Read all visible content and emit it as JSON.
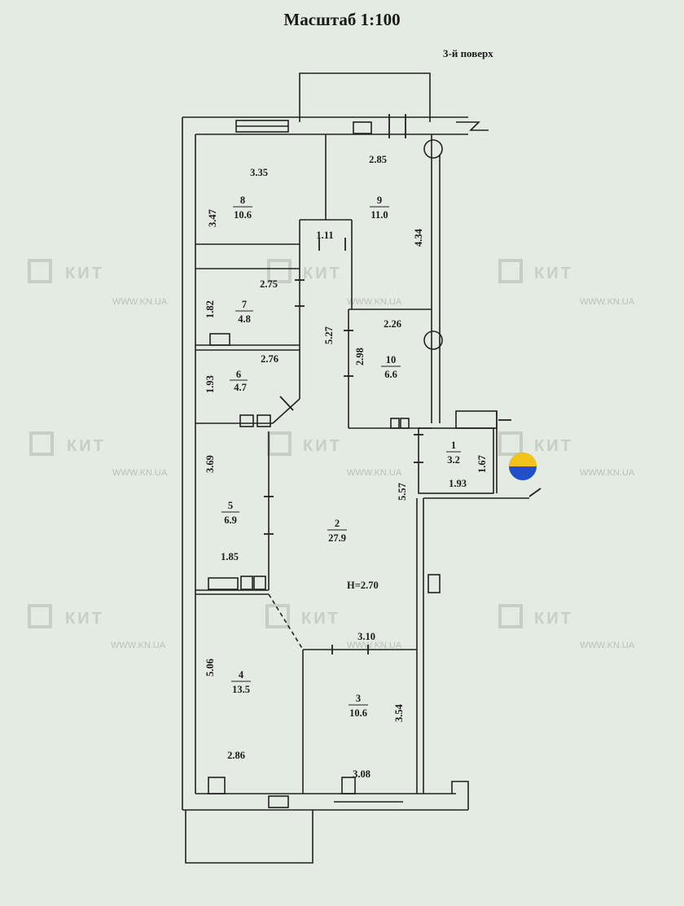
{
  "header": {
    "scale": "Масштаб 1:100",
    "floor": "3-й поверх"
  },
  "ceiling_height": "H=2.70",
  "watermark": {
    "logo": "КИТ",
    "url": "WWW.KN.UA"
  },
  "rooms": [
    {
      "num": "1",
      "area": "3.2"
    },
    {
      "num": "2",
      "area": "27.9"
    },
    {
      "num": "3",
      "area": "10.6"
    },
    {
      "num": "4",
      "area": "13.5"
    },
    {
      "num": "5",
      "area": "6.9"
    },
    {
      "num": "6",
      "area": "4.7"
    },
    {
      "num": "7",
      "area": "4.8"
    },
    {
      "num": "8",
      "area": "10.6"
    },
    {
      "num": "9",
      "area": "11.0"
    },
    {
      "num": "10",
      "area": "6.6"
    }
  ],
  "dimensions": {
    "r8_width": "3.35",
    "r8_height": "3.47",
    "r9_width": "2.85",
    "r9_height": "4.34",
    "corridor_width": "1.11",
    "r7_width": "2.75",
    "r7_height": "1.82",
    "r6_width": "2.76",
    "r6_height": "1.93",
    "corridor_length": "5.27",
    "r10_width": "2.26",
    "r10_height": "2.98",
    "r1_height": "1.67",
    "r1_width": "1.93",
    "hall_length": "5.57",
    "r5_height": "3.69",
    "r5_width": "1.85",
    "r3_top": "3.10",
    "r3_height": "3.54",
    "r3_width": "3.08",
    "r4_height": "5.06",
    "r4_width": "2.86"
  },
  "colors": {
    "paper": "#e4ebe2",
    "line": "#222222",
    "badge_blue": "#1f4fc9",
    "badge_yellow": "#f2c318"
  }
}
